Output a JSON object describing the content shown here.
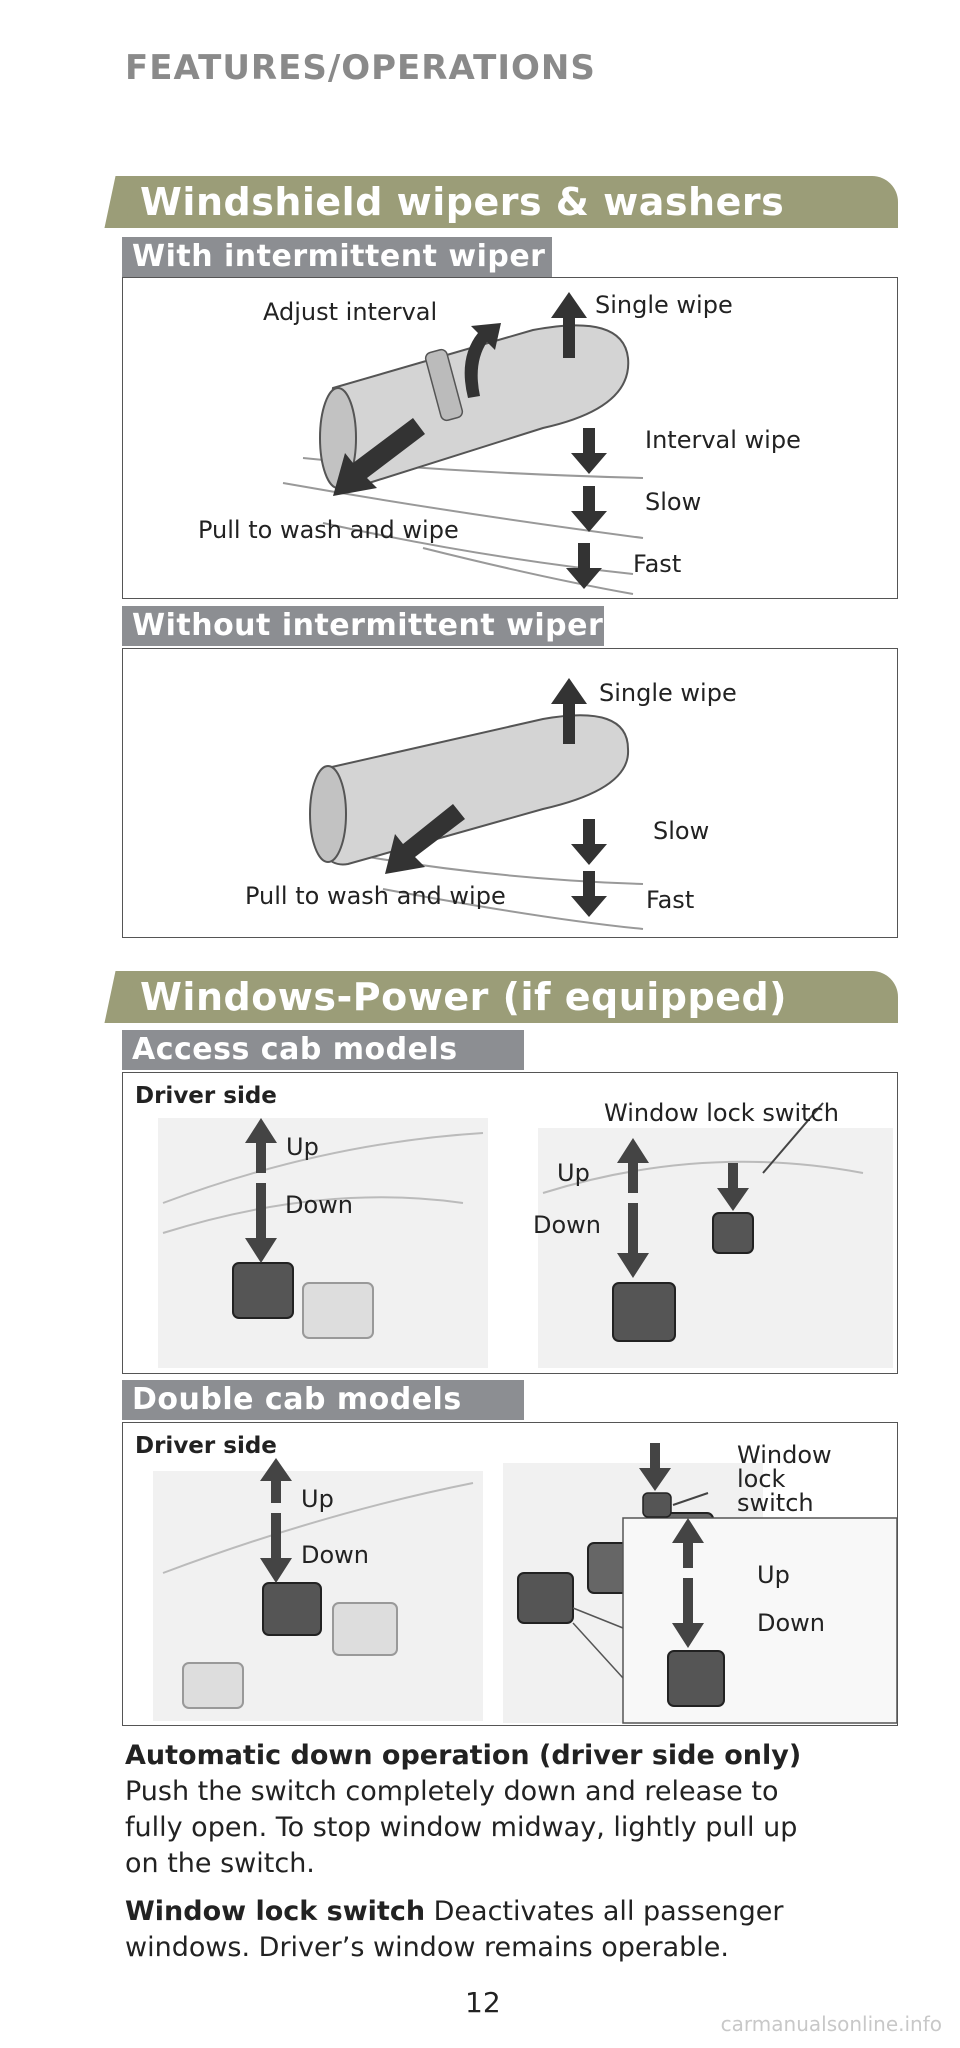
{
  "page": {
    "section": "FEATURES/OPERATIONS",
    "page_number": "12",
    "watermark": "carmanualsonline.info"
  },
  "wipers": {
    "title": "Windshield wipers & washers",
    "intermittent": {
      "heading": "With intermittent wiper",
      "adjust_interval": "Adjust interval",
      "single_wipe": "Single wipe",
      "interval_wipe": "Interval wipe",
      "slow": "Slow",
      "fast": "Fast",
      "pull": "Pull to wash and wipe"
    },
    "non_intermittent": {
      "heading": "Without intermittent wiper",
      "single_wipe": "Single wipe",
      "slow": "Slow",
      "fast": "Fast",
      "pull": "Pull to wash and wipe"
    }
  },
  "windows": {
    "title": "Windows-Power (if equipped)",
    "access_cab": {
      "heading": "Access cab models",
      "driver_side": "Driver side",
      "up_left": "Up",
      "down_left": "Down",
      "lock_switch": "Window lock switch",
      "up_right": "Up",
      "down_right": "Down"
    },
    "double_cab": {
      "heading": "Double cab models",
      "driver_side": "Driver side",
      "up_left": "Up",
      "down_left": "Down",
      "lock_l1": "Window",
      "lock_l2": "lock",
      "lock_l3": "switch",
      "up_right": "Up",
      "down_right": "Down"
    },
    "auto_down_heading": "Automatic down operation (driver side only)",
    "auto_down_l1": "Push the switch completely down and release to",
    "auto_down_l2": "fully open. To stop window midway, lightly pull up",
    "auto_down_l3": "on the switch.",
    "lock_heading": "Window lock switch",
    "lock_l1_rest": "Deactivates all passenger",
    "lock_l2": "windows. Driver’s window remains operable."
  }
}
